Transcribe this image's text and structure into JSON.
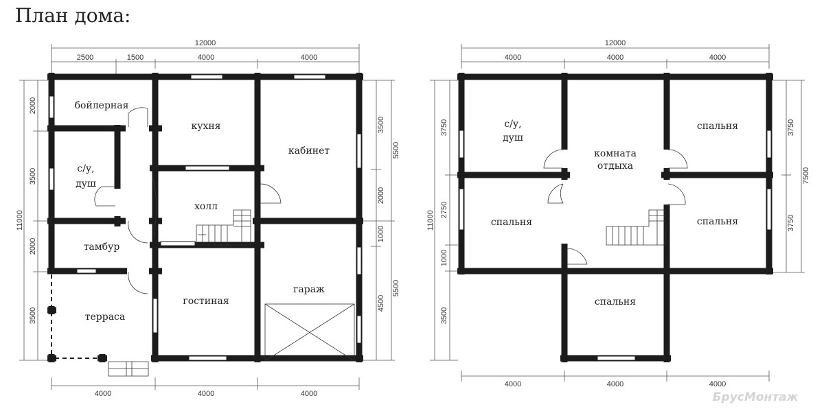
{
  "title": "План дома:",
  "watermark": "БрусМонтаж",
  "floor1": {
    "dims_top": {
      "total": "12000",
      "d1": "2500",
      "d2": "1500",
      "d3": "4000",
      "d4": "4000"
    },
    "dims_bottom": [
      "4000",
      "4000",
      "4000"
    ],
    "dims_left": {
      "total": "11000",
      "d1": "2000",
      "d2": "3500",
      "d3": "2000",
      "d4": "3500"
    },
    "dims_right": {
      "a": "3500",
      "b": "2000",
      "c": "1000",
      "d": "4500",
      "e": "5500",
      "f": "5500"
    },
    "rooms": {
      "boiler": "бойлерная",
      "bath1": "с/у,",
      "bath2": "душ",
      "kitchen": "кухня",
      "office": "кабинет",
      "hall": "холл",
      "vestibule": "тамбур",
      "living": "гостиная",
      "garage": "гараж",
      "terrace": "терраса"
    }
  },
  "floor2": {
    "dims_top": {
      "total": "12000",
      "d1": "4000",
      "d2": "4000",
      "d3": "4000"
    },
    "dims_bottom": [
      "4000",
      "4000",
      "4000"
    ],
    "dims_left": {
      "a": "3750",
      "b": "2750",
      "c": "1000",
      "d": "3500",
      "total": "11000"
    },
    "dims_right": {
      "a": "3750",
      "b": "3750",
      "total": "7500"
    },
    "rooms": {
      "bath1": "с/у,",
      "bath2": "душ",
      "lounge1": "комната",
      "lounge2": "отдыха",
      "bed_tr": "спальня",
      "bed_l": "спальня",
      "bed_r": "спальня",
      "bed_b": "спальня"
    }
  }
}
